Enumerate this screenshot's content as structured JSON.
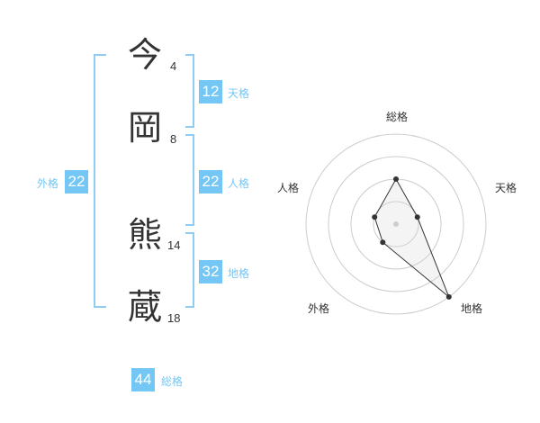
{
  "name_chars": [
    {
      "char": "今",
      "strokes": "4"
    },
    {
      "char": "岡",
      "strokes": "8"
    },
    {
      "char": "熊",
      "strokes": "14"
    },
    {
      "char": "蔵",
      "strokes": "18"
    }
  ],
  "kakusu": {
    "tenkaku": {
      "value": "12",
      "label": "天格"
    },
    "jinkaku": {
      "value": "22",
      "label": "人格"
    },
    "chikaku": {
      "value": "32",
      "label": "地格"
    },
    "gaikaku": {
      "value": "22",
      "label": "外格"
    },
    "soukaku": {
      "value": "44",
      "label": "総格"
    }
  },
  "colors": {
    "accent": "#74c7f5",
    "text": "#333333",
    "ring": "#cccccc"
  },
  "chart_data": {
    "type": "radar",
    "axes": [
      "総格",
      "天格",
      "地格",
      "外格",
      "人格"
    ],
    "rings": 4,
    "values": [
      2,
      1,
      4,
      1,
      1
    ],
    "max": 4
  }
}
